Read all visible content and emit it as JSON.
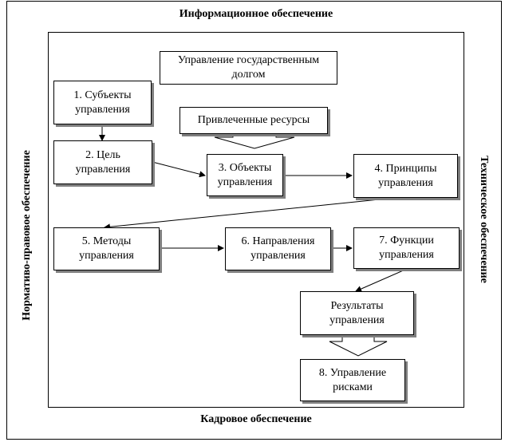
{
  "bands": {
    "top": "Информационное обеспечение",
    "bottom": "Кадровое обеспечение",
    "left": "Нормативо-правовое обеспечение",
    "right": "Техническое обеспечение"
  },
  "nodes": {
    "debt_management": "Управление государственным долгом",
    "attracted_resources": "Привлеченные ресурсы",
    "subjects": "1. Субъекты управления",
    "goal": "2. Цель управления",
    "objects": "3. Объекты управления",
    "principles": "4. Принципы управления",
    "methods": "5. Методы управления",
    "directions": "6. Направления управления",
    "functions": "7. Функции управления",
    "results": "Результаты управления",
    "risk_management": "8. Управление рисками"
  },
  "colors": {
    "line": "#000000",
    "shadow": "#7f7f7f"
  }
}
